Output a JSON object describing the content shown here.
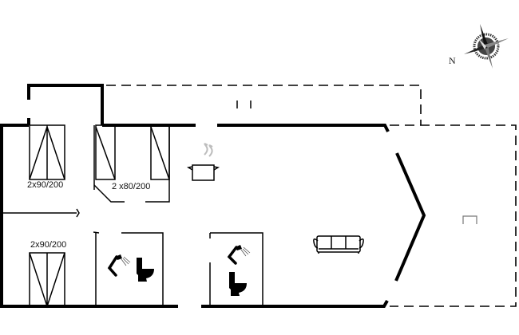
{
  "floorplan": {
    "compass": {
      "north_label": "N"
    },
    "rooms": [
      {
        "name": "bedroom-1",
        "bed_label": "2x90/200"
      },
      {
        "name": "bedroom-2",
        "bed_label": "2 x80/200"
      },
      {
        "name": "bedroom-3",
        "bed_label": "2x90/200"
      },
      {
        "name": "bathroom-1"
      },
      {
        "name": "bathroom-2"
      },
      {
        "name": "kitchen-living"
      },
      {
        "name": "terrace"
      }
    ],
    "icons": [
      "compass-rose-icon",
      "cooking-pot-icon",
      "sofa-icon",
      "shower-icon",
      "toilet-icon",
      "bed-icon",
      "door-icon",
      "window-icon"
    ],
    "colors": {
      "wall": "#000000",
      "background": "#ffffff",
      "steam": "#bdbdbd"
    }
  }
}
